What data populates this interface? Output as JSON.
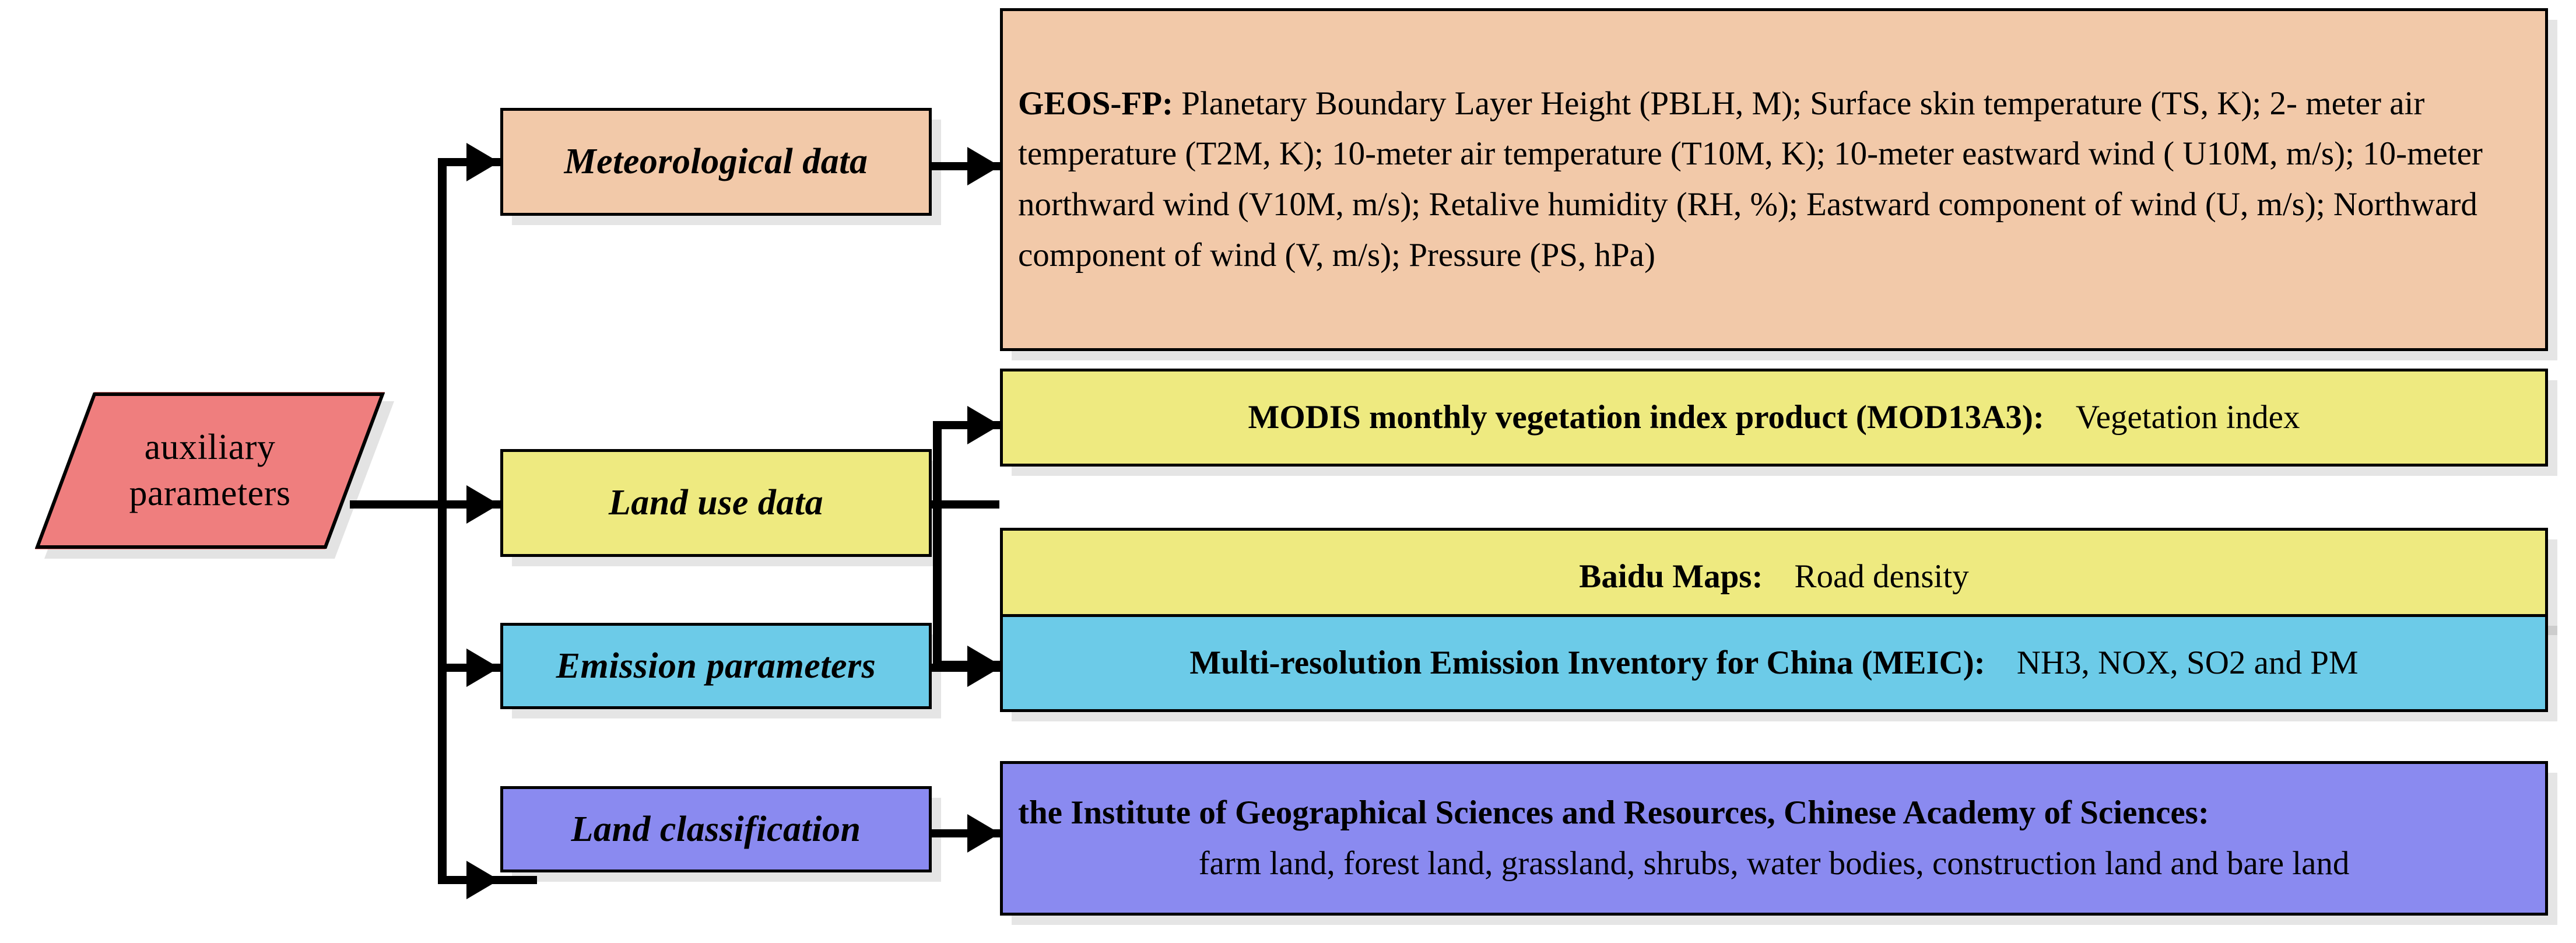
{
  "diagram": {
    "source": {
      "line1": "auxiliary",
      "line2": "parameters"
    },
    "categories": [
      {
        "label": "Meteorological data",
        "color": "#f2c9a9"
      },
      {
        "label": "Land use data",
        "color": "#eeea80"
      },
      {
        "label": "Emission parameters",
        "color": "#6ccbe8"
      },
      {
        "label": "Land classification",
        "color": "#8a8af0"
      }
    ],
    "details": {
      "meteorological": {
        "source_label": "GEOS-FP:",
        "line1_rest": " Planetary Boundary Layer Height (PBLH, M); Surface skin temperature (TS, K); 2-",
        "line2": "meter air temperature (T2M, K); 10-meter air temperature (T10M, K); 10-meter eastward wind",
        "line3": "( U10M, m/s); 10-meter northward wind (V10M, m/s); Retalive humidity (RH, %); Eastward",
        "line4": "component of wind (U, m/s); Northward component of wind (V, m/s); Pressure (PS, hPa)"
      },
      "vegetation": {
        "source_label": "MODIS monthly vegetation index product (MOD13A3):",
        "value": "Vegetation index"
      },
      "road": {
        "source_label": "Baidu Maps:",
        "value": "Road density"
      },
      "emission": {
        "source_label": "Multi-resolution Emission Inventory for China (MEIC):",
        "value": "NH3, NOX, SO2 and PM"
      },
      "land_classification": {
        "source_label": "the Institute of Geographical Sciences and Resources, Chinese Academy of Sciences:",
        "value": "farm land, forest land, grassland, shrubs, water bodies, construction land and bare land"
      }
    }
  }
}
